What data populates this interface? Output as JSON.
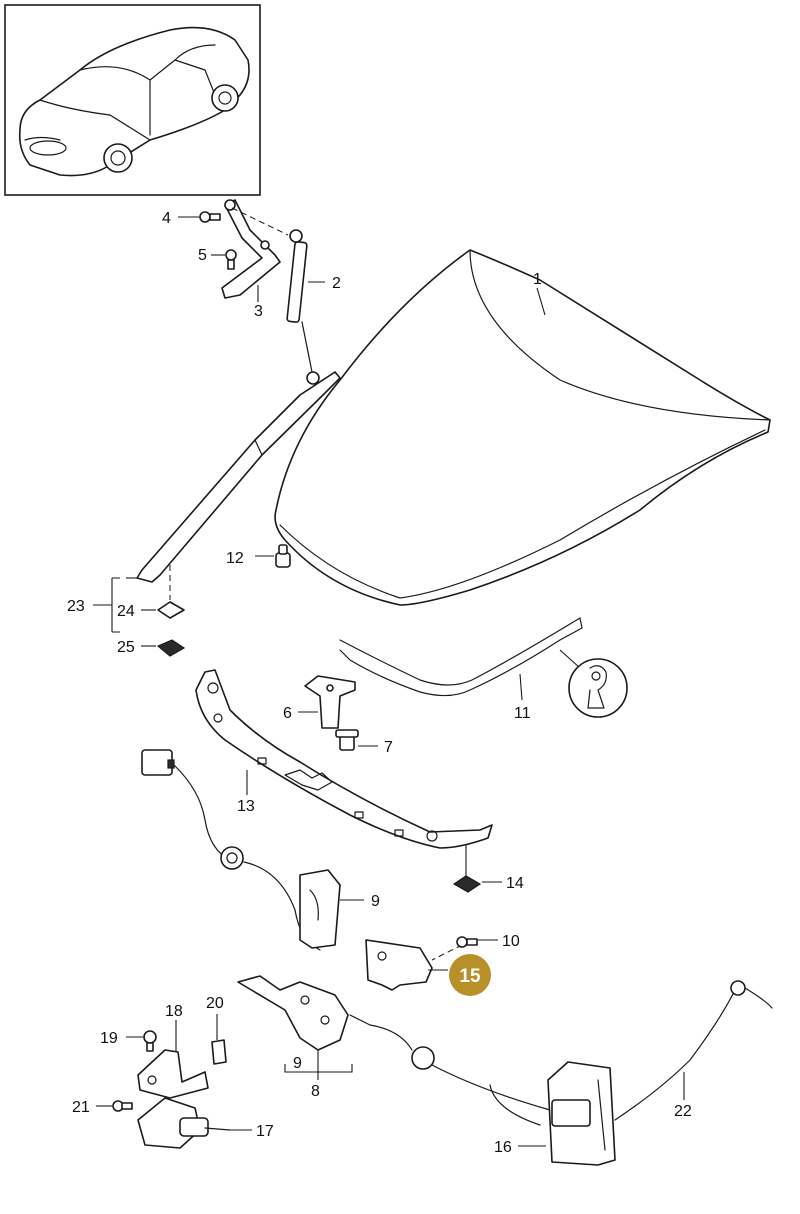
{
  "labels": {
    "p1": "1",
    "p2": "2",
    "p3": "3",
    "p4": "4",
    "p5": "5",
    "p6": "6",
    "p7": "7",
    "p8": "8",
    "p9a": "9",
    "p9b": "9",
    "p10": "10",
    "p11": "11",
    "p12": "12",
    "p13": "13",
    "p14": "14",
    "p16": "16",
    "p17": "17",
    "p18": "18",
    "p19": "19",
    "p20": "20",
    "p21": "21",
    "p22": "22",
    "p23": "23",
    "p24": "24",
    "p25": "25"
  },
  "highlight": {
    "label": "15",
    "color": "#b8902a"
  },
  "colors": {
    "line": "#1a1a1a",
    "background": "#ffffff"
  }
}
